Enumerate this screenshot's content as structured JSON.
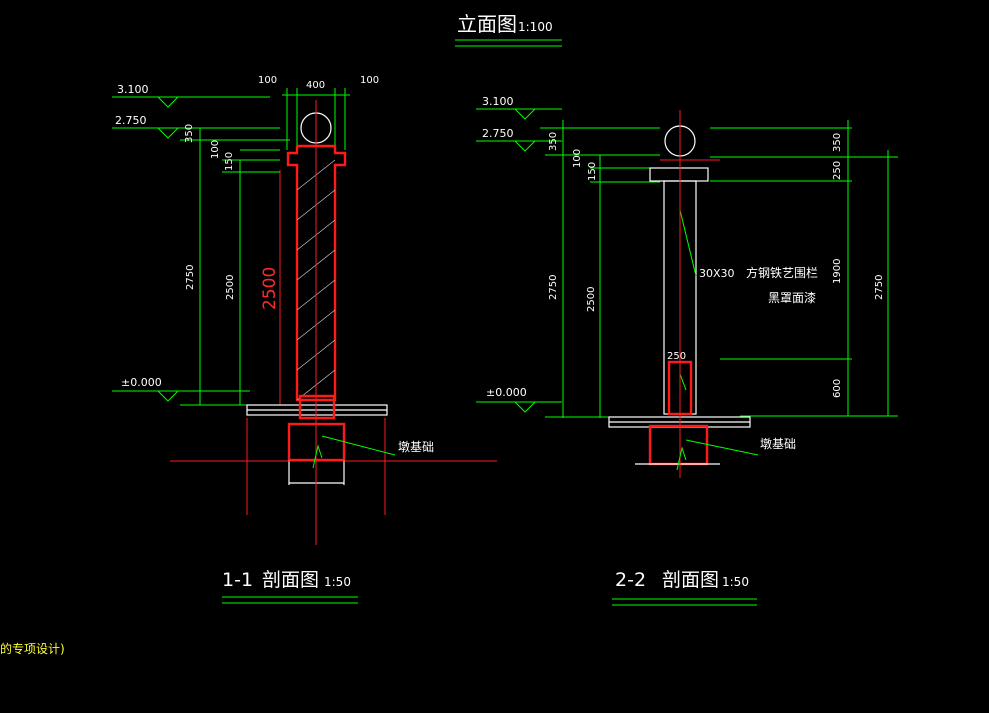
{
  "top_title": {
    "text": "立面图",
    "scale": "1:100"
  },
  "left": {
    "levels": [
      "3.100",
      "2.750",
      "±0.000"
    ],
    "top_dims": [
      "100",
      "400",
      "100"
    ],
    "side_dims": [
      "350",
      "100",
      "150",
      "2750",
      "2500"
    ],
    "red_dim": "2500",
    "foundation_label": "墩基础",
    "title_number": "1-1",
    "title_text": "剖面图",
    "title_scale": "1:50"
  },
  "right": {
    "levels": [
      "3.100",
      "2.750",
      "±0.000"
    ],
    "side_dims": [
      "350",
      "100",
      "150",
      "2750",
      "2500"
    ],
    "right_dims": [
      "350",
      "250",
      "1900",
      "600",
      "2750"
    ],
    "inner_dim": "250",
    "rail_size": "30X30",
    "rail_desc": "方钢铁艺围栏",
    "rail_finish": "黑罩面漆",
    "foundation_label": "墩基础",
    "title_number": "2-2",
    "title_text": "剖面图",
    "title_scale": "1:50"
  },
  "footer_note": "的专项设计)",
  "colors": {
    "background": "#000000",
    "dimension": "#00ff00",
    "outline": "#ffffff",
    "section": "#ff1a1a",
    "note": "#ffff33"
  }
}
